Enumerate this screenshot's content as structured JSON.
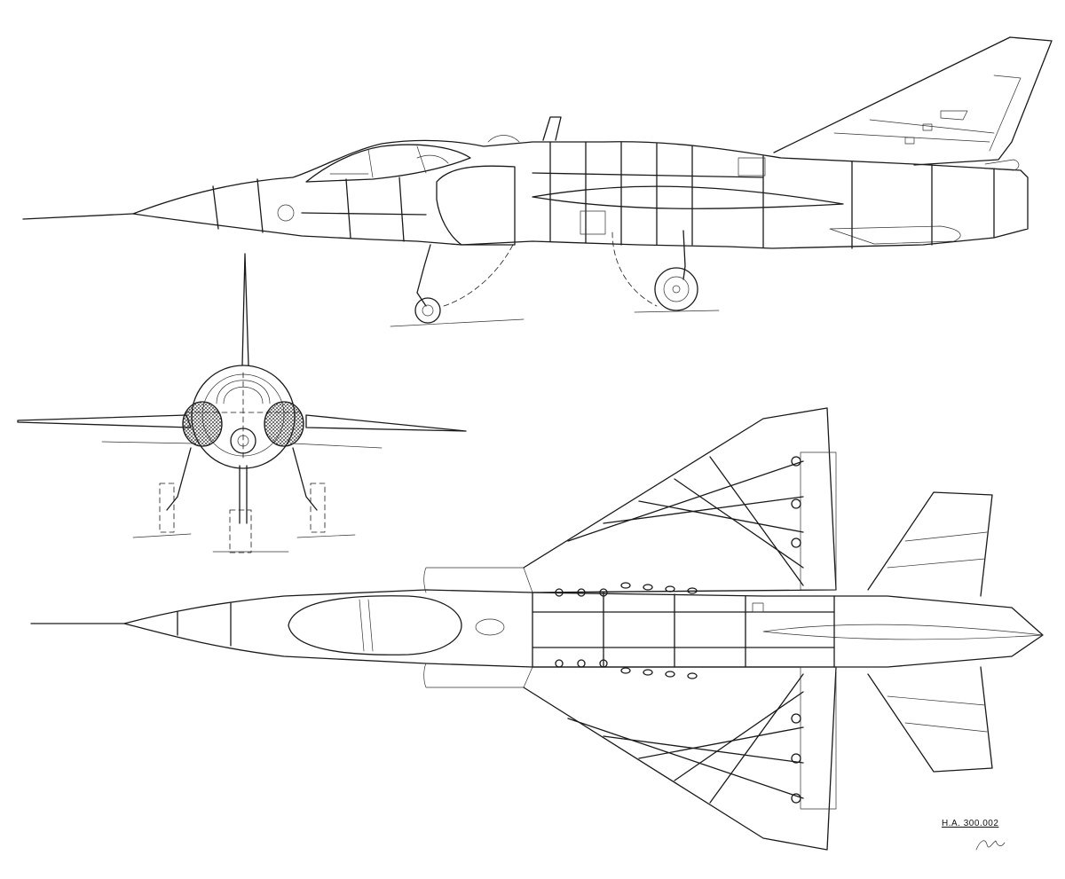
{
  "drawing_number": "H.A. 300.002",
  "colors": {
    "ink": "#1a1a1a",
    "paper": "#ffffff"
  },
  "views": [
    "side-view",
    "front-view",
    "plan-view"
  ]
}
